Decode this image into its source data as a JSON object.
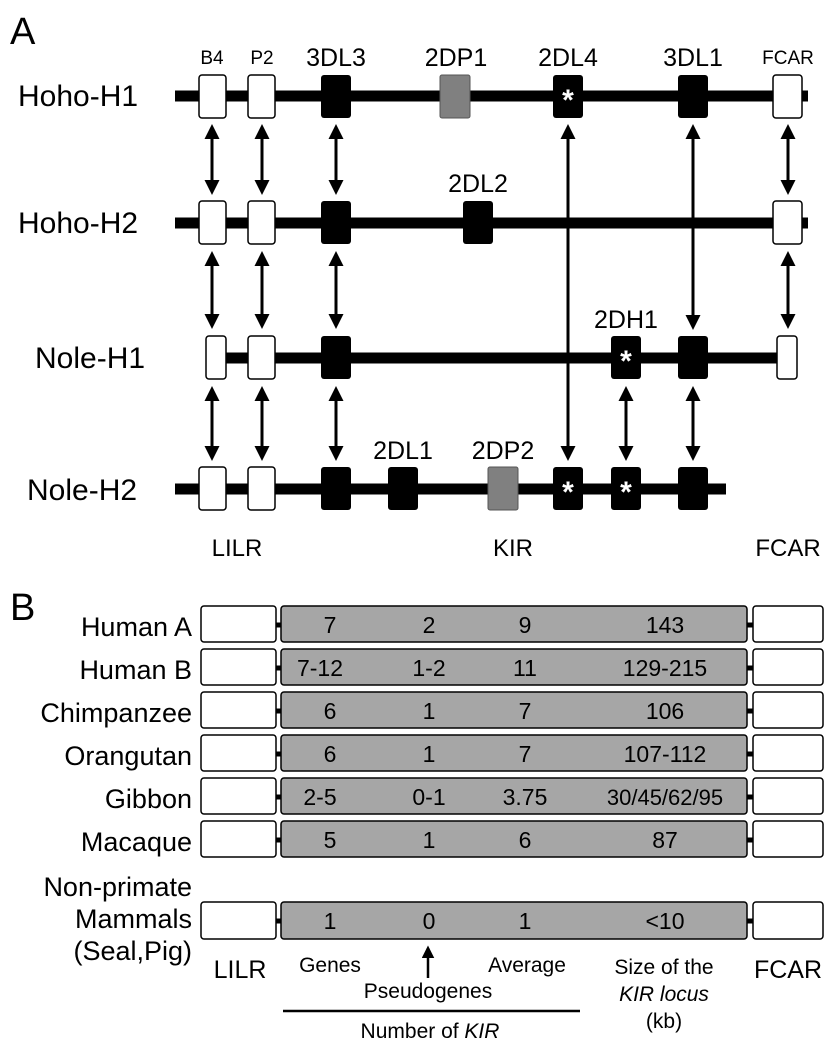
{
  "panel_a": {
    "panel_label": "A",
    "top_gene_labels": [
      "B4",
      "P2",
      "3DL3",
      "2DP1",
      "2DL4",
      "3DL1",
      "FCAR"
    ],
    "haplotypes": [
      {
        "name": "Hoho-H1"
      },
      {
        "name": "Hoho-H2",
        "extra_label": "2DL2"
      },
      {
        "name": "Nole-H1",
        "extra_label": "2DH1"
      },
      {
        "name": "Nole-H2",
        "extra_labels": [
          "2DL1",
          "2DP2"
        ]
      }
    ],
    "asterisk": "*",
    "bottom_labels": {
      "lilr": "LILR",
      "kir": "KIR",
      "fcar": "FCAR"
    },
    "colors": {
      "kir_gene": "#000000",
      "pseudogene": "#808080",
      "flanking_gene": "#ffffff"
    }
  },
  "panel_b": {
    "panel_label": "B",
    "rows": [
      {
        "species": "Human A",
        "genes": "7",
        "pseudogenes": "2",
        "average": "9",
        "size": "143"
      },
      {
        "species": "Human B",
        "genes": "7-12",
        "pseudogenes": "1-2",
        "average": "11",
        "size": "129-215"
      },
      {
        "species": "Chimpanzee",
        "genes": "6",
        "pseudogenes": "1",
        "average": "7",
        "size": "106"
      },
      {
        "species": "Orangutan",
        "genes": "6",
        "pseudogenes": "1",
        "average": "7",
        "size": "107-112"
      },
      {
        "species": "Gibbon",
        "genes": "2-5",
        "pseudogenes": "0-1",
        "average": "3.75",
        "size": "30/45/62/95"
      },
      {
        "species": "Macaque",
        "genes": "5",
        "pseudogenes": "1",
        "average": "6",
        "size": "87"
      },
      {
        "species_lines": [
          "Non-primate",
          "Mammals",
          "(Seal,Pig)"
        ],
        "genes": "1",
        "pseudogenes": "0",
        "average": "1",
        "size": "<10"
      }
    ],
    "footer": {
      "lilr": "LILR",
      "genes": "Genes",
      "pseudogenes": "Pseudogenes",
      "average": "Average",
      "size_lines": [
        "Size of the",
        "KIR locus",
        "(kb)"
      ],
      "fcar": "FCAR",
      "number_of_prefix": "Number of ",
      "number_of_italic": "KIR"
    },
    "colors": {
      "kir_box": "#a6a6a6",
      "flank_box": "#ffffff"
    }
  }
}
